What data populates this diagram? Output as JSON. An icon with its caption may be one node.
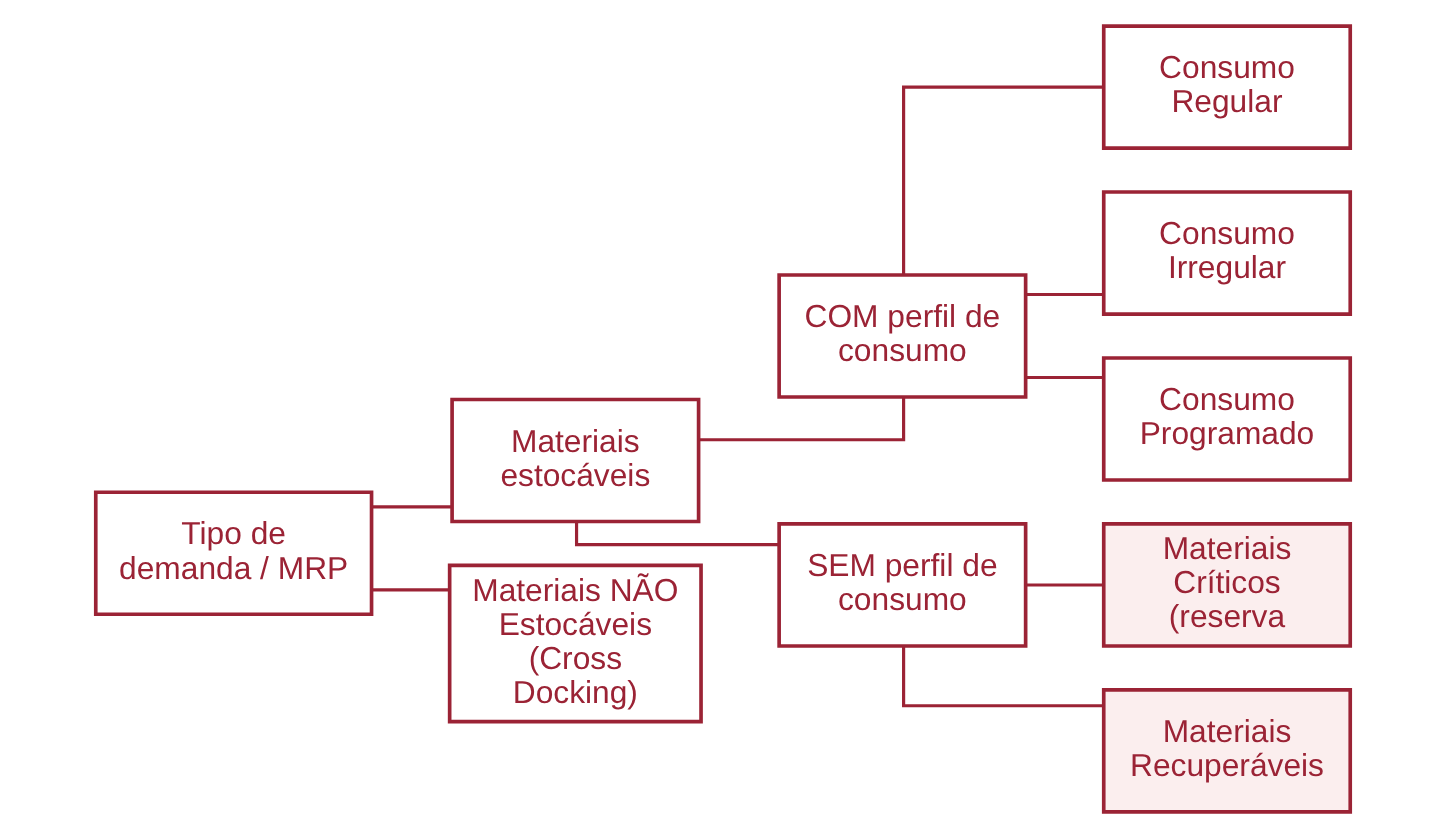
{
  "diagram": {
    "nodes": [
      {
        "text": [
          "Tipo de demanda / MRP"
        ]
      },
      {
        "text": [
          "Materiais estocáveis"
        ]
      },
      {
        "text": [
          "Materiais NÃO Estocáveis (Cross Docking)"
        ]
      },
      {
        "text": [
          "COM perfil de consumo"
        ]
      },
      {
        "text": [
          "SEM perfil de consumo"
        ]
      },
      {
        "text": [
          "Consumo Regular"
        ]
      },
      {
        "text": [
          "Consumo Irregular"
        ]
      },
      {
        "text": [
          "Consumo Programado"
        ]
      },
      {
        "text": [
          "Materiais Críticos (reserva"
        ]
      },
      {
        "text": [
          "Materiais Recuperáveis"
        ]
      }
    ],
    "edges": [
      {
        "from": 0,
        "to": 1,
        "arrow": "none"
      },
      {
        "from": 0,
        "to": 2,
        "arrow": "none"
      },
      {
        "from": 1,
        "to": 3,
        "arrow": "none"
      },
      {
        "from": 1,
        "to": 4,
        "arrow": "none"
      },
      {
        "from": 3,
        "to": 5,
        "arrow": "none"
      },
      {
        "from": 3,
        "to": 6,
        "arrow": "none"
      },
      {
        "from": 3,
        "to": 7,
        "arrow": "none"
      },
      {
        "from": 4,
        "to": 8,
        "arrow": "none"
      },
      {
        "from": 4,
        "to": 9,
        "arrow": "none"
      }
    ]
  }
}
